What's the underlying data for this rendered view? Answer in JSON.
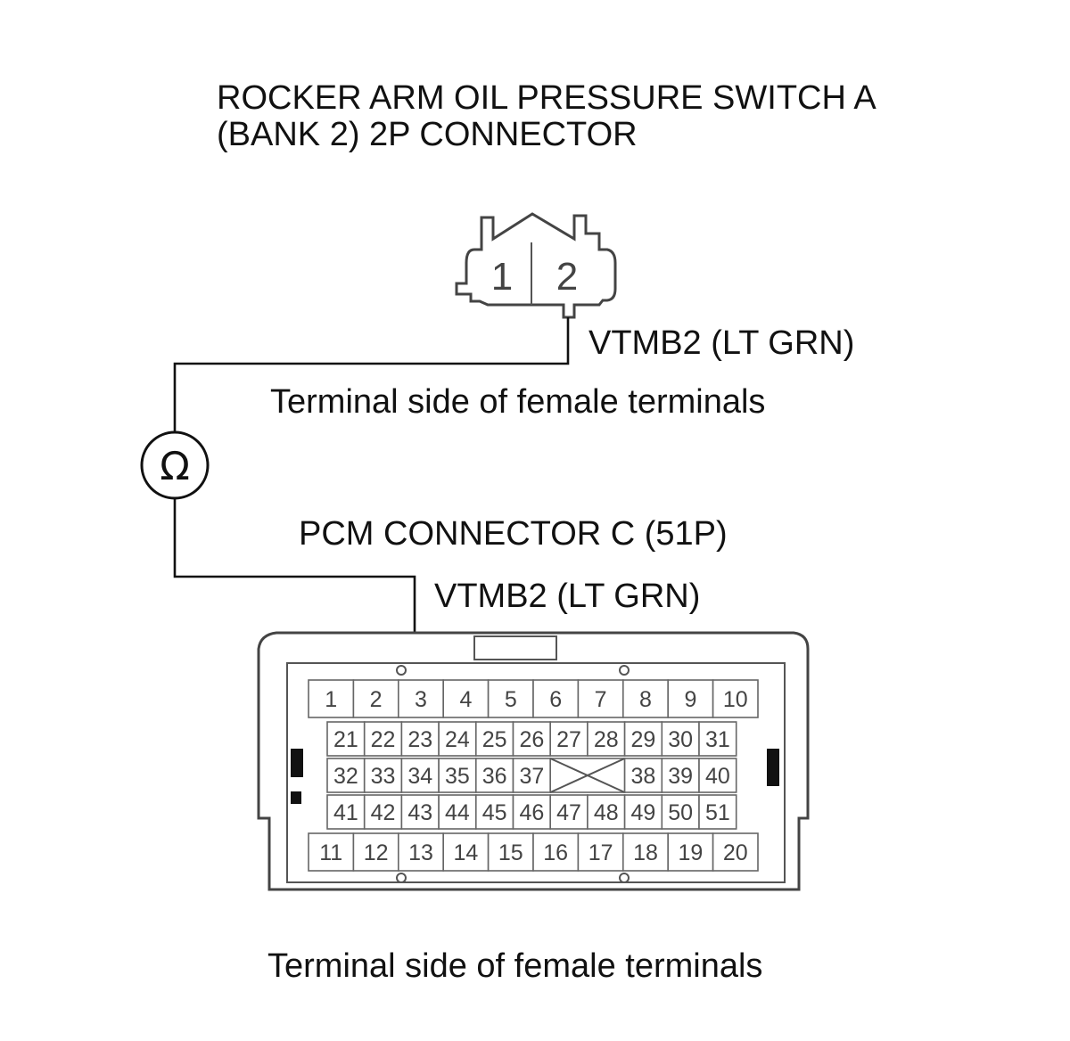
{
  "connector_a": {
    "title_line1": "ROCKER ARM OIL PRESSURE SWITCH A",
    "title_line2": "(BANK 2) 2P CONNECTOR",
    "pins": [
      "1",
      "2"
    ],
    "wire_label": "VTMB2 (LT GRN)",
    "caption": "Terminal side of female terminals"
  },
  "meter": {
    "symbol": "Ω",
    "icon": "ohmmeter-icon"
  },
  "connector_c": {
    "title": "PCM CONNECTOR C (51P)",
    "wire_label": "VTMB2 (LT GRN)",
    "caption": "Terminal side of female terminals",
    "row_top": [
      "1",
      "2",
      "3",
      "4",
      "5",
      "6",
      "7",
      "8",
      "9",
      "10"
    ],
    "row_2": [
      "21",
      "22",
      "23",
      "24",
      "25",
      "26",
      "27",
      "28",
      "29",
      "30",
      "31"
    ],
    "row_3": [
      "32",
      "33",
      "34",
      "35",
      "36",
      "37",
      "38",
      "39",
      "40"
    ],
    "row_4": [
      "41",
      "42",
      "43",
      "44",
      "45",
      "46",
      "47",
      "48",
      "49",
      "50",
      "51"
    ],
    "row_bottom": [
      "11",
      "12",
      "13",
      "14",
      "15",
      "16",
      "17",
      "18",
      "19",
      "20"
    ]
  }
}
